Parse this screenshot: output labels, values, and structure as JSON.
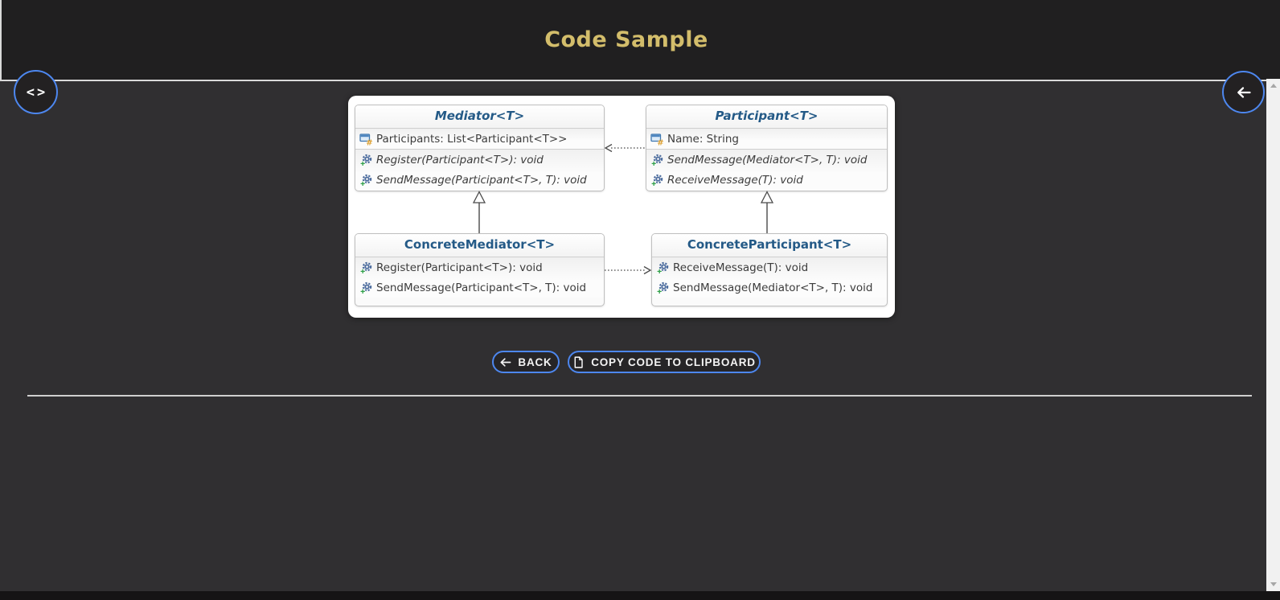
{
  "header": {
    "title": "Code Sample"
  },
  "floating": {
    "code_toggle_glyph": "<>"
  },
  "diagram": {
    "pattern": "Mediator",
    "classes": [
      {
        "name": "Mediator<T>",
        "stereotype": "abstract",
        "fields": [
          "Participants: List<Participant<T>>"
        ],
        "methods": [
          "Register(Participant<T>): void",
          "SendMessage(Participant<T>, T): void"
        ]
      },
      {
        "name": "Participant<T>",
        "stereotype": "abstract",
        "fields": [
          "Name: String"
        ],
        "methods": [
          "SendMessage(Mediator<T>, T): void",
          "ReceiveMessage(T): void"
        ]
      },
      {
        "name": "ConcreteMediator<T>",
        "stereotype": "concrete",
        "fields": [],
        "methods": [
          "Register(Participant<T>): void",
          "SendMessage(Participant<T>, T): void"
        ]
      },
      {
        "name": "ConcreteParticipant<T>",
        "stereotype": "concrete",
        "fields": [],
        "methods": [
          "ReceiveMessage(T): void",
          "SendMessage(Mediator<T>, T): void"
        ]
      }
    ],
    "relationships": [
      {
        "type": "generalization",
        "from": "ConcreteMediator<T>",
        "to": "Mediator<T>"
      },
      {
        "type": "generalization",
        "from": "ConcreteParticipant<T>",
        "to": "Participant<T>"
      },
      {
        "type": "dependency-dotted",
        "from": "Participant<T>",
        "to": "Mediator<T>"
      },
      {
        "type": "dependency-dotted",
        "from": "ConcreteMediator<T>",
        "to": "ConcreteParticipant<T>"
      }
    ]
  },
  "actions": {
    "back_label": "BACK",
    "copy_label": "COPY CODE TO CLIPBOARD"
  },
  "icons": {
    "code_toggle": "code-icon",
    "top_right": "back-arrow-icon",
    "back_button": "back-arrow-icon",
    "copy_button": "document-icon",
    "uml_field": "field-icon",
    "uml_method": "method-icon"
  },
  "colors": {
    "accent_blue": "#4d87ef",
    "title_gold": "#d3bd6b",
    "class_name_blue": "#245a87",
    "header_bg": "#201f20",
    "page_bg": "#302f31",
    "card_bg": "#ffffff"
  }
}
